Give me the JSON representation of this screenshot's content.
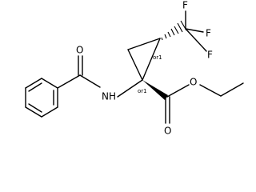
{
  "molecule": {
    "atoms": {
      "O_amide": "O",
      "N": "NH",
      "F_top": "F",
      "F_mid": "F",
      "F_bot": "F",
      "O_carbonyl": "O",
      "O_ester": "O"
    },
    "stereo": {
      "c1": "or1",
      "c2": "or1"
    }
  }
}
